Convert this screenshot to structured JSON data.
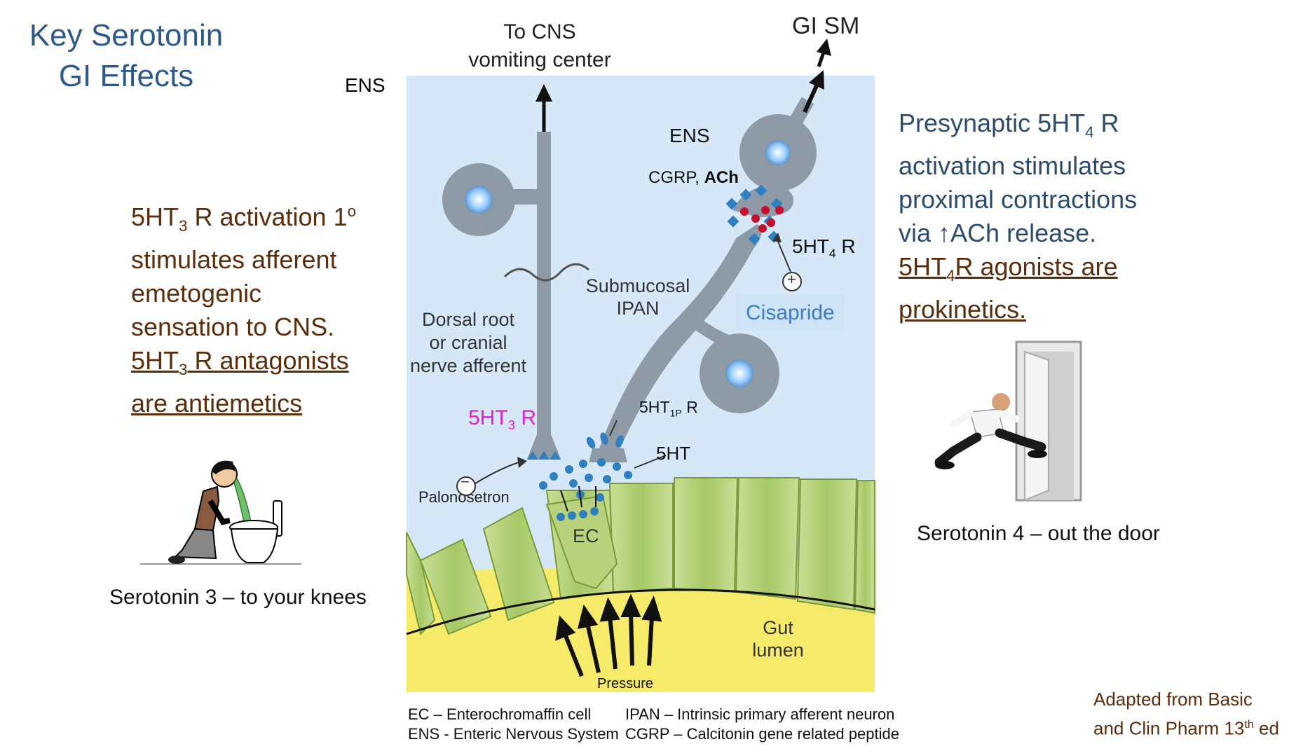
{
  "title": {
    "line1": "Key Serotonin",
    "line2": "GI Effects"
  },
  "ens_top": "ENS",
  "to_cns": {
    "line1": "To CNS",
    "line2": "vomiting center"
  },
  "gi_sm": "GI SM",
  "left_text": {
    "l1a": "5HT",
    "l1sub": "3",
    "l1b": " R activation 1",
    "l1sup": "o",
    "l2": "stimulates afferent",
    "l3": "emetogenic",
    "l4": "sensation to CNS.",
    "l5a": "5HT",
    "l5sub": "3",
    "l5b": " R antagonists",
    "l6": "are antiemetics"
  },
  "right_text": {
    "l1a": "Presynaptic 5HT",
    "l1sub": "4",
    "l1b": " R",
    "l2": "activation stimulates",
    "l3": "proximal contractions",
    "l4a": "via ",
    "l4arrow": "↑",
    "l4b": "ACh release.",
    "l5a": "5HT",
    "l5sub": "4",
    "l5b": "R agonists are",
    "l6": "prokinetics."
  },
  "captions": {
    "ser3": "Serotonin 3 – to your knees",
    "ser4": "Serotonin 4 – out the door"
  },
  "diagram": {
    "ens": "ENS",
    "cgrp": "CGRP, ",
    "ach": "ACh",
    "ht4r_a": "5HT",
    "ht4r_sub": "4",
    "ht4r_b": " R",
    "plus": "+",
    "cisapride": "Cisapride",
    "submucosal": "Submucosal",
    "ipan": "IPAN",
    "dorsal1": "Dorsal root",
    "dorsal2": "or cranial",
    "dorsal3": "nerve afferent",
    "ht3r_a": "5HT",
    "ht3r_sub": "3",
    "ht3r_b": " R",
    "ht1p_a": "5HT",
    "ht1p_sub": "1P",
    "ht1p_b": " R",
    "ht": "5HT",
    "minus": "−",
    "palonosetron": "Palonosetron",
    "ec": "EC",
    "gut1": "Gut",
    "gut2": "lumen",
    "pressure": "Pressure"
  },
  "legend": {
    "ec": "EC – Enterochromaffin cell",
    "ens": "ENS - Enteric Nervous System",
    "ipan": "IPAN – Intrinsic primary afferent neuron",
    "cgrp": "CGRP – Calcitonin gene related peptide"
  },
  "adapted": {
    "l1": "Adapted from Basic",
    "l2a": "and Clin Pharm 13",
    "l2sup": "th",
    "l2b": " ed"
  },
  "colors": {
    "diagram_bg": "#d6e8f7",
    "neuron": "#8e9aa6",
    "cell": "#b7d27a",
    "lumen": "#f5ea6a",
    "magenta": "#e020c8",
    "receptor": "#2f7fc1",
    "ach_dot": "#c8102e"
  }
}
